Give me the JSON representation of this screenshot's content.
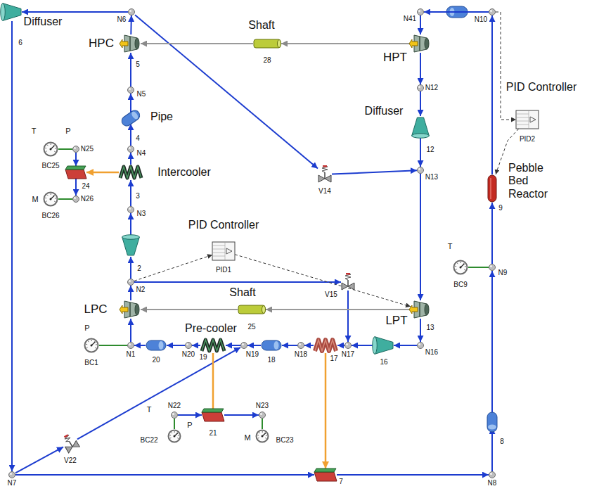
{
  "diagram": {
    "nodes": [
      {
        "text": [
          "Diffuser",
          "6"
        ]
      },
      {
        "text": [
          "N6"
        ]
      },
      {
        "text": [
          "HPC",
          "5"
        ]
      },
      {
        "text": [
          "N5"
        ]
      },
      {
        "text": [
          "Pipe",
          "4"
        ]
      },
      {
        "text": [
          "N4"
        ]
      },
      {
        "text": [
          "Intercooler",
          "3"
        ]
      },
      {
        "text": [
          "N3"
        ]
      },
      {
        "text": [
          "2"
        ]
      },
      {
        "text": [
          "N2"
        ]
      },
      {
        "text": [
          "LPC"
        ]
      },
      {
        "text": [
          "N1"
        ]
      },
      {
        "text": [
          "BC1"
        ]
      },
      {
        "text": [
          "20"
        ]
      },
      {
        "text": [
          "N20"
        ]
      },
      {
        "text": [
          "Pre-cooler",
          "19"
        ]
      },
      {
        "text": [
          "N19"
        ]
      },
      {
        "text": [
          "18"
        ]
      },
      {
        "text": [
          "N18"
        ]
      },
      {
        "text": [
          "17"
        ]
      },
      {
        "text": [
          "N17"
        ]
      },
      {
        "text": [
          "16"
        ]
      },
      {
        "text": [
          "N16"
        ]
      },
      {
        "text": [
          "LPT",
          "13"
        ]
      },
      {
        "text": [
          "Shaft",
          "25"
        ]
      },
      {
        "text": [
          "PID Controller",
          "PID1"
        ]
      },
      {
        "text": [
          "V15"
        ]
      },
      {
        "text": [
          "V14"
        ]
      },
      {
        "text": [
          "Shaft",
          "28"
        ]
      },
      {
        "text": [
          "HPT"
        ]
      },
      {
        "text": [
          "N41"
        ]
      },
      {
        "text": [
          "N10"
        ]
      },
      {
        "text": [
          "N12"
        ]
      },
      {
        "text": [
          "Diffuser",
          "12"
        ]
      },
      {
        "text": [
          "N13"
        ]
      },
      {
        "text": [
          "PID Controller",
          "PID2"
        ]
      },
      {
        "text": [
          "Pebble Bed Reactor",
          "9"
        ]
      },
      {
        "text": [
          "N9"
        ]
      },
      {
        "text": [
          "BC9"
        ]
      },
      {
        "text": [
          "8"
        ]
      },
      {
        "text": [
          "N8"
        ]
      },
      {
        "text": [
          "7"
        ]
      },
      {
        "text": [
          "N7"
        ]
      },
      {
        "text": [
          "V22"
        ]
      },
      {
        "text": [
          "N22"
        ]
      },
      {
        "text": [
          "21"
        ]
      },
      {
        "text": [
          "N23"
        ]
      },
      {
        "text": [
          "BC22"
        ]
      },
      {
        "text": [
          "BC23"
        ]
      },
      {
        "text": [
          "N25"
        ]
      },
      {
        "text": [
          "24"
        ]
      },
      {
        "text": [
          "N26"
        ]
      },
      {
        "text": [
          "BC25"
        ]
      },
      {
        "text": [
          "BC26"
        ]
      }
    ],
    "edges": [
      {
        "from": 36,
        "to": 31,
        "arrow": "to"
      },
      {
        "from": 31,
        "to": 30,
        "arrow": "to"
      },
      {
        "from": 30,
        "to": 29,
        "arrow": "to"
      },
      {
        "from": 29,
        "to": 32,
        "arrow": "to"
      },
      {
        "from": 32,
        "to": 33,
        "arrow": "to"
      },
      {
        "from": 33,
        "to": 34,
        "arrow": "to"
      },
      {
        "from": 34,
        "to": 23,
        "arrow": "to"
      },
      {
        "from": 23,
        "to": 22,
        "arrow": "to"
      },
      {
        "from": 22,
        "to": 21,
        "arrow": "to"
      },
      {
        "from": 21,
        "to": 20,
        "arrow": "to"
      },
      {
        "from": 20,
        "to": 19,
        "arrow": "to"
      },
      {
        "from": 19,
        "to": 18,
        "arrow": "to"
      },
      {
        "from": 18,
        "to": 17,
        "arrow": "to"
      },
      {
        "from": 17,
        "to": 16,
        "arrow": "to"
      },
      {
        "from": 16,
        "to": 15,
        "arrow": "to"
      },
      {
        "from": 15,
        "to": 14,
        "arrow": "to"
      },
      {
        "from": 14,
        "to": 13,
        "arrow": "to"
      },
      {
        "from": 13,
        "to": 11,
        "arrow": "to"
      },
      {
        "from": 11,
        "to": 10,
        "arrow": "to"
      },
      {
        "from": 10,
        "to": 9,
        "arrow": "to"
      },
      {
        "from": 9,
        "to": 8,
        "arrow": "to"
      },
      {
        "from": 8,
        "to": 7,
        "arrow": "to"
      },
      {
        "from": 7,
        "to": 6,
        "arrow": "to"
      },
      {
        "from": 6,
        "to": 5,
        "arrow": "to"
      },
      {
        "from": 5,
        "to": 4,
        "arrow": "to"
      },
      {
        "from": 4,
        "to": 3,
        "arrow": "to"
      },
      {
        "from": 3,
        "to": 2,
        "arrow": "to"
      },
      {
        "from": 2,
        "to": 1,
        "arrow": "to"
      },
      {
        "from": 1,
        "to": 0,
        "arrow": "to"
      },
      {
        "from": 0,
        "to": 42,
        "arrow": "to"
      },
      {
        "from": 42,
        "to": 41,
        "arrow": "to"
      },
      {
        "from": 41,
        "to": 40,
        "arrow": "to"
      },
      {
        "from": 40,
        "to": 39,
        "arrow": "to"
      },
      {
        "from": 39,
        "to": 37,
        "arrow": "to"
      },
      {
        "from": 37,
        "to": 36,
        "arrow": "to"
      },
      {
        "from": 1,
        "to": 27,
        "arrow": "to"
      },
      {
        "from": 27,
        "to": 34,
        "arrow": "to"
      },
      {
        "from": 9,
        "to": 26,
        "arrow": "to"
      },
      {
        "from": 26,
        "to": 20,
        "arrow": "to"
      },
      {
        "from": 42,
        "to": 43,
        "arrow": "to"
      },
      {
        "from": 43,
        "to": 16,
        "arrow": "to"
      },
      {
        "from": 49,
        "to": 50,
        "arrow": "to"
      },
      {
        "from": 50,
        "to": 51,
        "arrow": "to"
      },
      {
        "from": 44,
        "to": 45,
        "arrow": "to"
      },
      {
        "from": 45,
        "to": 46,
        "arrow": "to"
      },
      {
        "from": 12,
        "to": 11,
        "arrow": "none"
      },
      {
        "from": 52,
        "to": 49,
        "arrow": "none"
      },
      {
        "from": 53,
        "to": 51,
        "arrow": "none"
      },
      {
        "from": 47,
        "to": 44,
        "arrow": "none"
      },
      {
        "from": 48,
        "to": 46,
        "arrow": "none"
      },
      {
        "from": 38,
        "to": 37,
        "arrow": "none"
      },
      {
        "from": 6,
        "to": 50,
        "arrow": "to"
      },
      {
        "from": 15,
        "to": 45,
        "arrow": "none"
      },
      {
        "from": 19,
        "to": 41,
        "arrow": "to"
      },
      {
        "from": 29,
        "to": 28,
        "arrow": "to"
      },
      {
        "from": 28,
        "to": 2,
        "arrow": "to"
      },
      {
        "from": 23,
        "to": 24,
        "arrow": "to"
      },
      {
        "from": 24,
        "to": 10,
        "arrow": "to"
      },
      {
        "from": 9,
        "to": 25,
        "arrow": "to"
      },
      {
        "from": 25,
        "to": 23,
        "arrow": "to"
      },
      {
        "from": 31,
        "to": 35,
        "arrow": "to"
      },
      {
        "from": 35,
        "to": 36,
        "arrow": "to"
      }
    ],
    "labels": [
      "T",
      "P",
      "M",
      "P",
      "T",
      "P",
      "M",
      "T"
    ]
  }
}
